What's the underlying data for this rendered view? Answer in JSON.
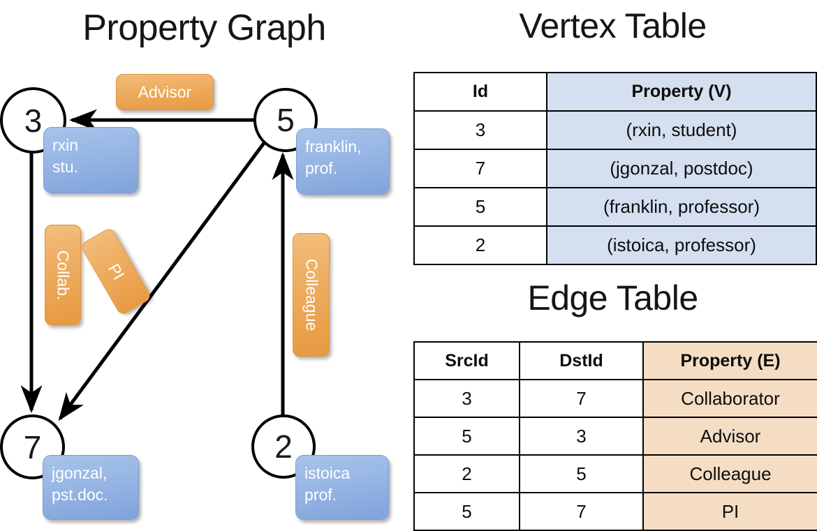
{
  "panels": {
    "graph_title": "Property Graph",
    "vertex_title": "Vertex Table",
    "edge_title": "Edge Table"
  },
  "graph": {
    "nodes": [
      {
        "id": "3",
        "name": "node-3",
        "property_line1": "rxin",
        "property_line2": "stu."
      },
      {
        "id": "5",
        "name": "node-5",
        "property_line1": "franklin,",
        "property_line2": "prof."
      },
      {
        "id": "7",
        "name": "node-7",
        "property_line1": "jgonzal,",
        "property_line2": "pst.doc."
      },
      {
        "id": "2",
        "name": "node-2",
        "property_line1": "istoica",
        "property_line2": "prof."
      }
    ],
    "edge_labels": [
      {
        "name": "edge-label-advisor",
        "text": "Advisor"
      },
      {
        "name": "edge-label-collab",
        "text": "Collab."
      },
      {
        "name": "edge-label-pi",
        "text": "PI"
      },
      {
        "name": "edge-label-colleague",
        "text": "Colleague"
      }
    ]
  },
  "vertex_table": {
    "columns": [
      "Id",
      "Property (V)"
    ],
    "rows": [
      {
        "id": "3",
        "property": "(rxin, student)"
      },
      {
        "id": "7",
        "property": "(jgonzal, postdoc)"
      },
      {
        "id": "5",
        "property": "(franklin, professor)"
      },
      {
        "id": "2",
        "property": "(istoica, professor)"
      }
    ]
  },
  "edge_table": {
    "columns": [
      "SrcId",
      "DstId",
      "Property (E)"
    ],
    "rows": [
      {
        "src": "3",
        "dst": "7",
        "property": "Collaborator"
      },
      {
        "src": "5",
        "dst": "3",
        "property": "Advisor"
      },
      {
        "src": "2",
        "dst": "5",
        "property": "Colleague"
      },
      {
        "src": "5",
        "dst": "7",
        "property": "PI"
      }
    ]
  },
  "colors": {
    "vertex_property_fill": "#d4dff0",
    "edge_property_fill": "#f5ddc3",
    "node_box_fill": "#9bb9e6",
    "edge_label_fill": "#eead62",
    "stroke": "#000000",
    "background": "#ffffff"
  }
}
